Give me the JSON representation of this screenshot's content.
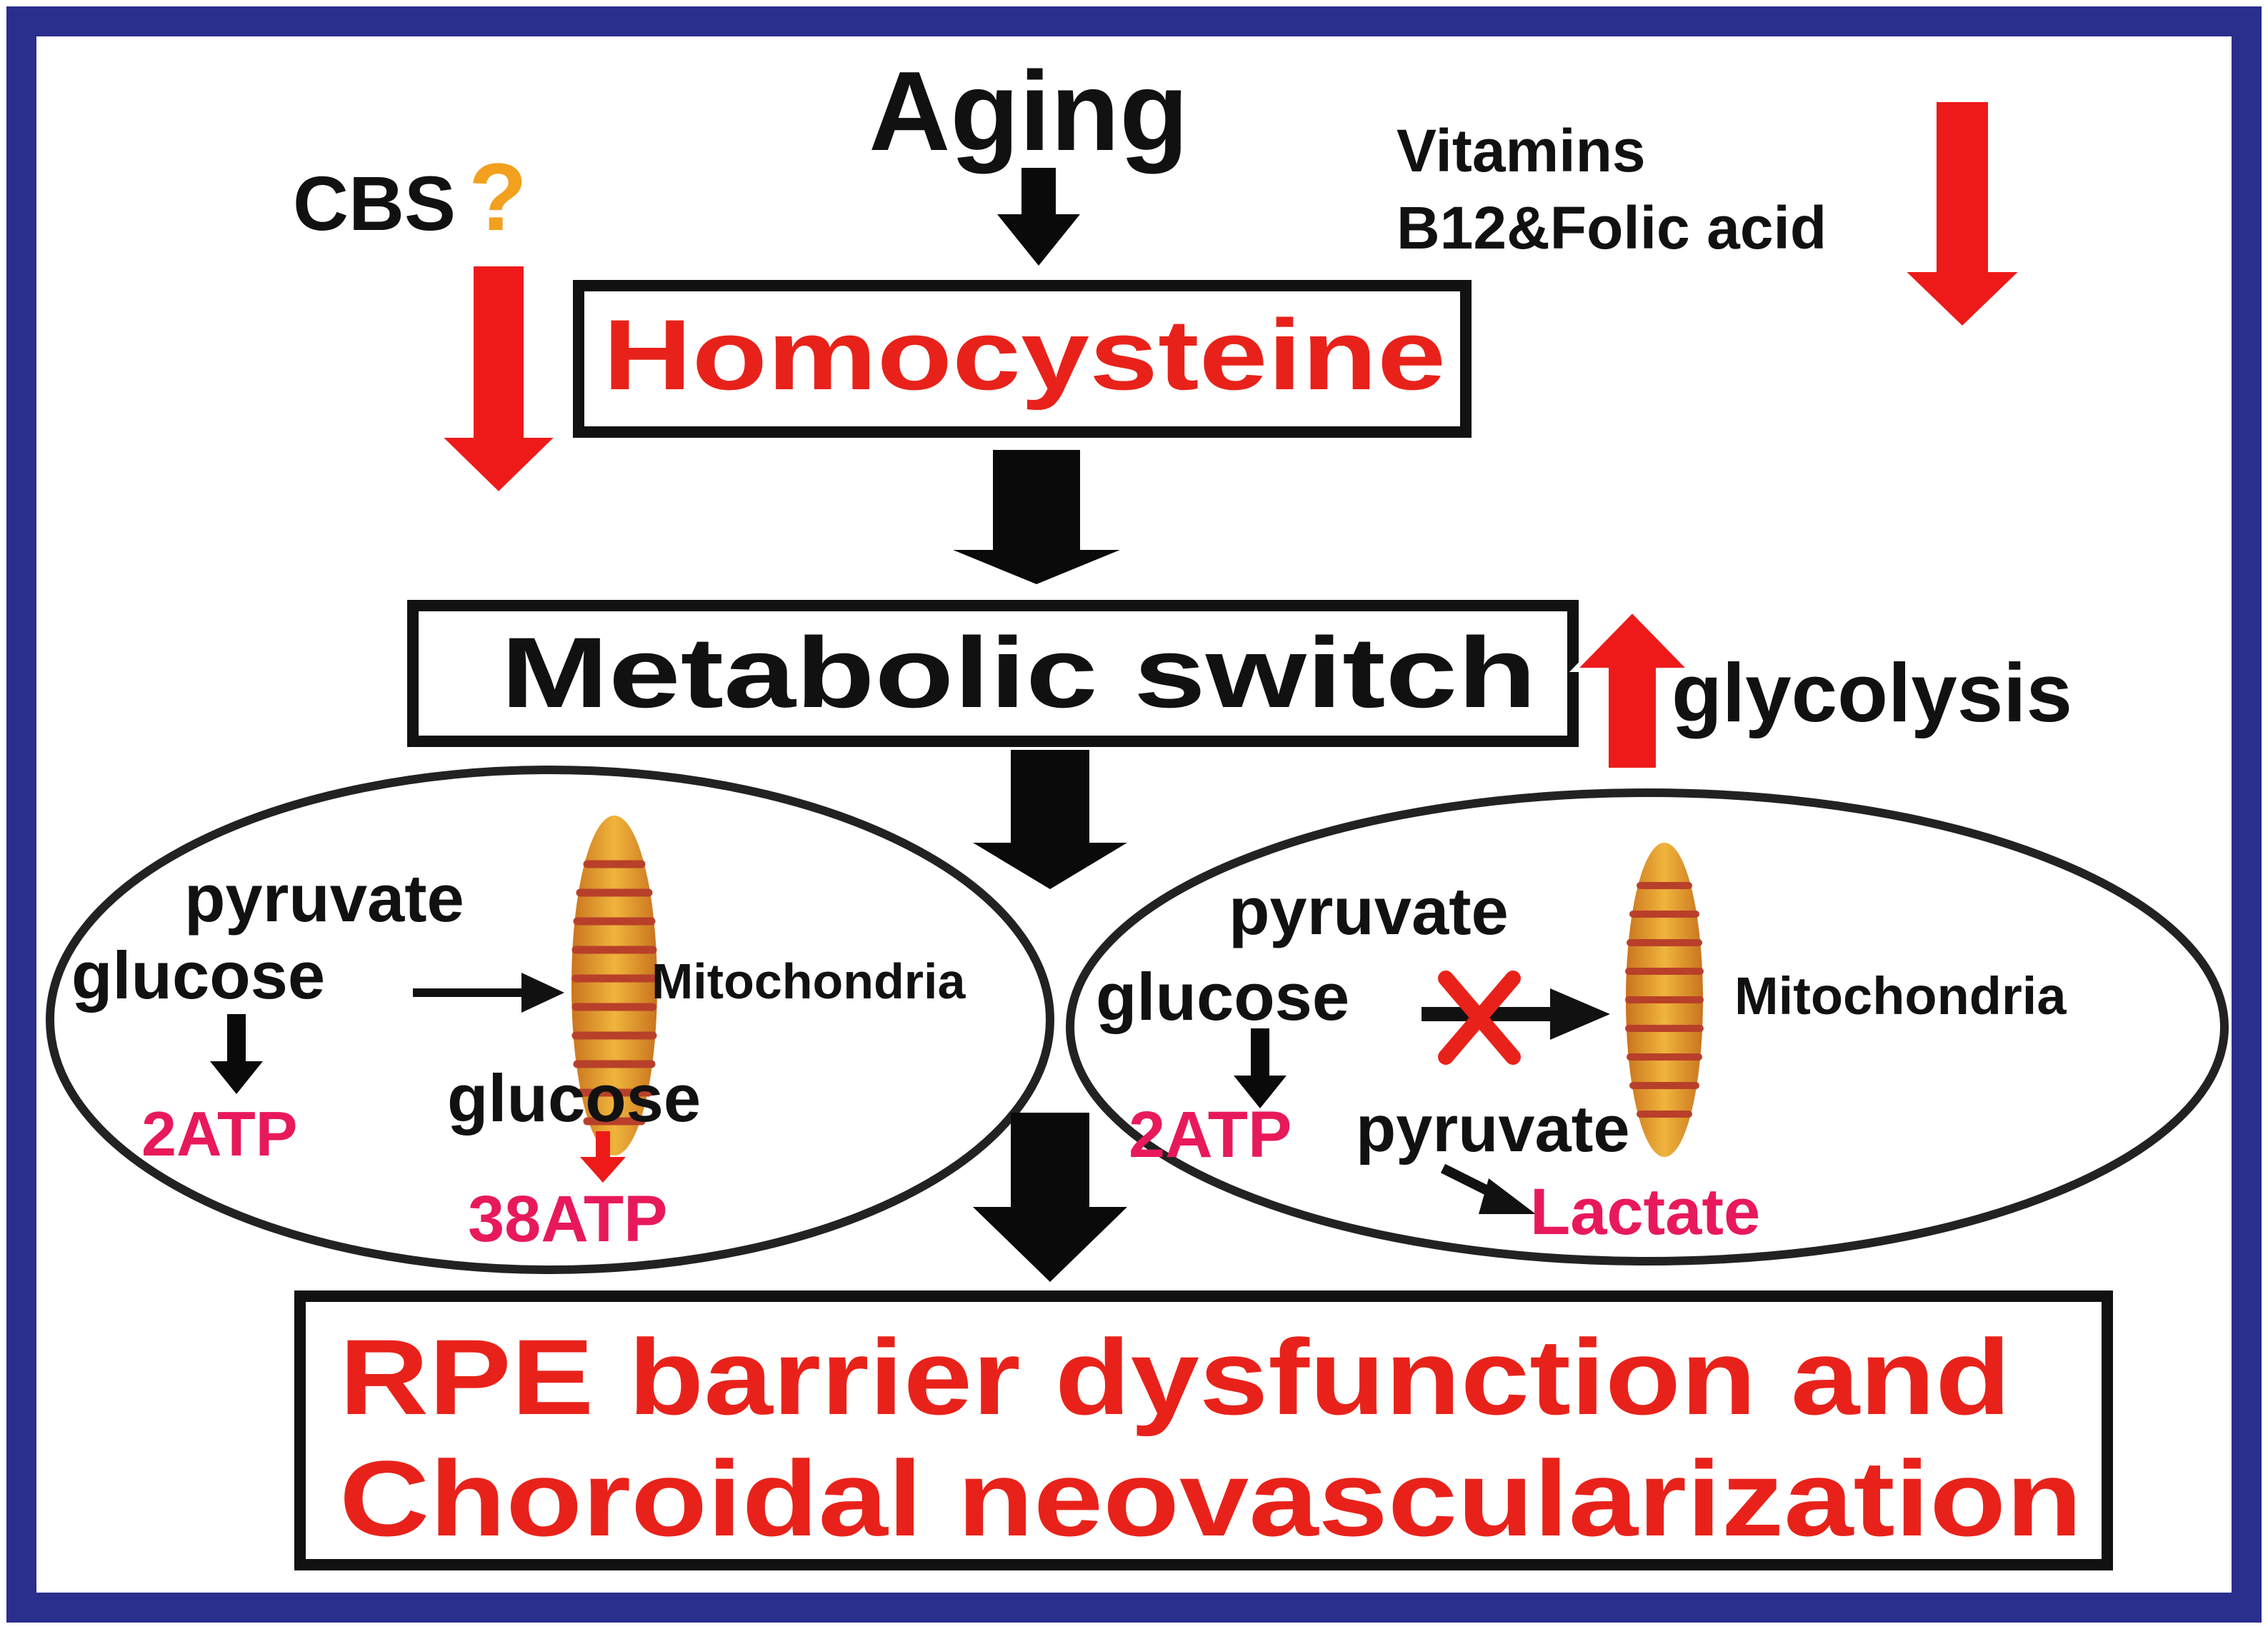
{
  "diagram": {
    "top": {
      "aging": "Aging",
      "cbs": "CBS",
      "cbs_mark": "?",
      "vitamins_line1": "Vitamins",
      "vitamins_line2": "B12&Folic acid"
    },
    "homocysteine": "Homocysteine",
    "metabolic_switch": "Metabolic switch",
    "glycolysis": "glycolysis",
    "left_cell": {
      "pyruvate": "pyruvate",
      "glucose": "glucose",
      "mitochondria": "Mitochondria",
      "atp_small": "2ATP",
      "glucose_inner": "glucose",
      "atp_large": "38ATP"
    },
    "right_cell": {
      "pyruvate": "pyruvate",
      "glucose": "glucose",
      "mitochondria": "Mitochondria",
      "atp_small": "2ATP",
      "pyruvate_inner": "pyruvate",
      "lactate": "Lactate"
    },
    "outcome_line1": "RPE barrier dysfunction and",
    "outcome_line2": "Choroidal neovascularization"
  },
  "colors": {
    "frame": "#2a2e8c",
    "red_text": "#e8221a",
    "pink_text": "#e8195a",
    "red_arrow": "#ee1a1a",
    "dark_arrow": "#0a0a0a",
    "question_mark": "#f2a01e",
    "mito_fill": "#e3a033",
    "mito_stripe": "#b8402a"
  }
}
